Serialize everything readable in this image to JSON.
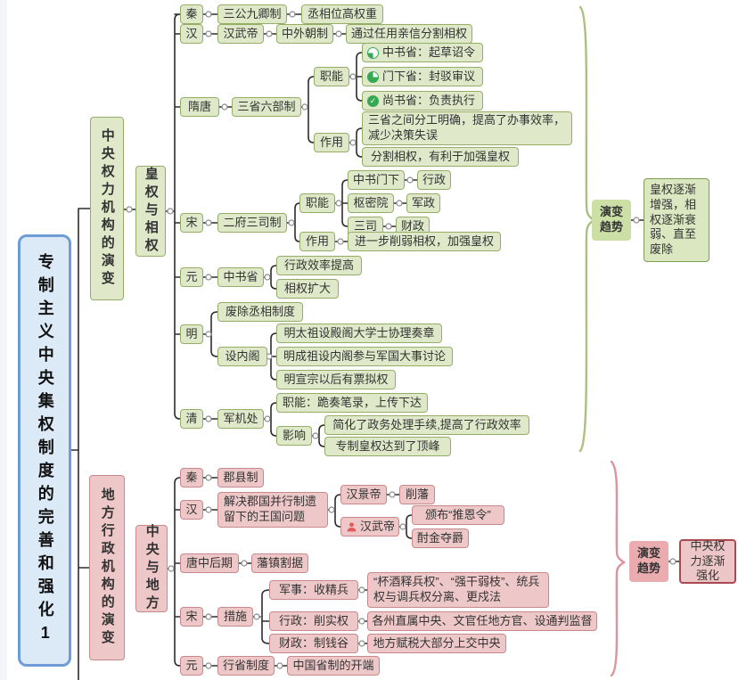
{
  "root_label": "专制主义中央集权制度的完善和强化1",
  "central": {
    "title": "中央权力机构的演变",
    "subtitle": "皇权与相权",
    "qin": {
      "era": "秦",
      "a": "三公九卿制",
      "b": "丞相位高权重"
    },
    "han": {
      "era": "汉",
      "a": "汉武帝",
      "b": "中外朝制",
      "c": "通过任用亲信分割相权"
    },
    "suitang": {
      "era": "隋唐",
      "a": "三省六部制",
      "fn_label": "职能",
      "fn": [
        "中书省：起草诏令",
        "门下省：封驳审议",
        "尚书省：负责执行"
      ],
      "ef_label": "作用",
      "ef": [
        "三省之间分工明确，提高了办事效率，减少决策失误",
        "分割相权，有利于加强皇权"
      ]
    },
    "song": {
      "era": "宋",
      "a": "二府三司制",
      "fn_label": "职能",
      "pairs": [
        [
          "中书门下",
          "行政"
        ],
        [
          "枢密院",
          "军政"
        ],
        [
          "三司",
          "财政"
        ]
      ],
      "ef_label": "作用",
      "ef": "进一步削弱相权，加强皇权"
    },
    "yuan": {
      "era": "元",
      "a": "中书省",
      "items": [
        "行政效率提高",
        "相权扩大"
      ]
    },
    "ming": {
      "era": "明",
      "a": "废除丞相制度",
      "b": "设内阁",
      "items": [
        "明太祖设殿阁大学士协理奏章",
        "明成祖设内阁参与军国大事讨论",
        "明宣宗以后有票拟权"
      ]
    },
    "qing": {
      "era": "清",
      "a": "军机处",
      "fn": "职能：跪奏笔录，上传下达",
      "inf_label": "影响",
      "inf": [
        "简化了政务处理手续,提高了行政效率",
        "专制皇权达到了顶峰"
      ]
    },
    "trend_label": "演变趋势",
    "trend": "皇权逐渐增强，相权逐渐衰弱、直至废除"
  },
  "local": {
    "title": "地方行政机构的演变",
    "subtitle": "中央与地方",
    "qin": {
      "era": "秦",
      "a": "郡县制"
    },
    "han": {
      "era": "汉",
      "a": "解决郡国并行制遗留下的王国问题",
      "jingdi": "汉景帝",
      "jingdi_m": "削藩",
      "wudi": "汉武帝",
      "wudi_m": [
        "颁布“推恩令”",
        "酎金夺爵"
      ]
    },
    "tang": {
      "era": "唐中后期",
      "a": "藩镇割据"
    },
    "song": {
      "era": "宋",
      "a": "措施",
      "items": [
        [
          "军事：收精兵",
          "“杯酒释兵权”、“强干弱枝”、统兵权与调兵权分离、更戍法"
        ],
        [
          "行政：削实权",
          "各州直属中央、文官任地方官、设通判监督"
        ],
        [
          "财政：制钱谷",
          "地方赋税大部分上交中央"
        ]
      ]
    },
    "yuan": {
      "era": "元",
      "a": "行省制度",
      "b": "中国省制的开端"
    },
    "trend_label": "演变趋势",
    "trend": "中央权力逐渐强化"
  },
  "colors": {
    "green_fill": "#dfe9ca",
    "green_border": "#94ae68",
    "pink_fill": "#eec8c8",
    "pink_border": "#c8898b",
    "root_fill": "#dce9f7",
    "root_border": "#6e9cd6",
    "line": "#2d2d2d",
    "brace_green": "#a8c17e",
    "brace_pink": "#dc959c",
    "progress_green": "#34a853",
    "person_red": "#e05b5b"
  }
}
